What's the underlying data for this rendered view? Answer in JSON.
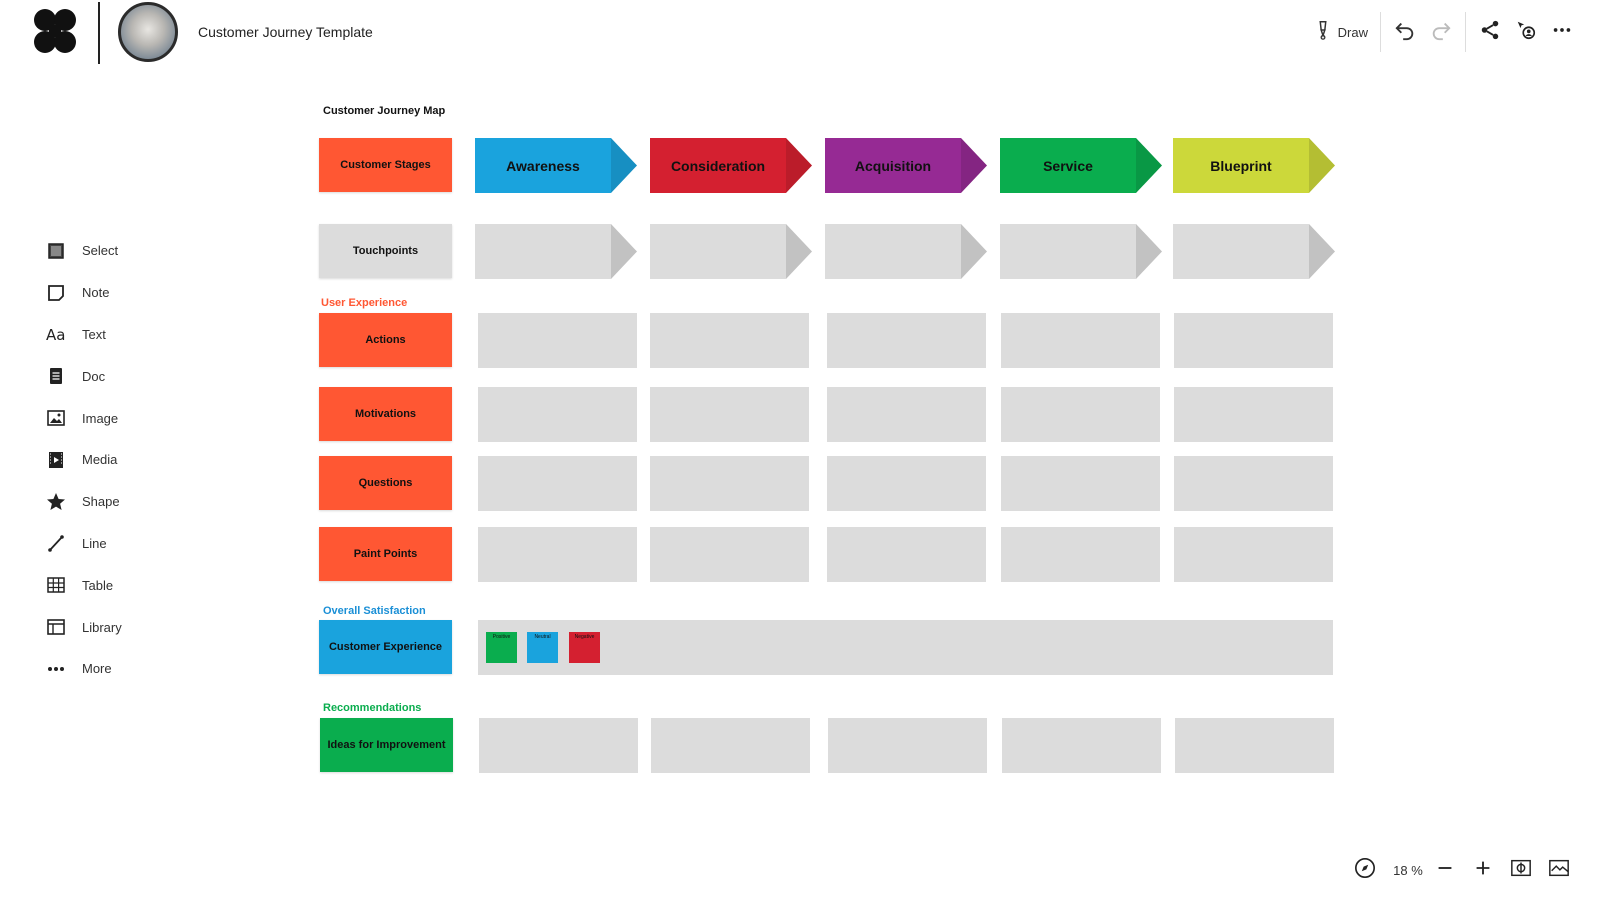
{
  "header": {
    "doc_title": "Customer Journey Template",
    "draw_label": "Draw"
  },
  "tools": [
    {
      "label": "Select",
      "icon": "select-icon"
    },
    {
      "label": "Note",
      "icon": "note-icon"
    },
    {
      "label": "Text",
      "icon": "text-icon"
    },
    {
      "label": "Doc",
      "icon": "doc-icon"
    },
    {
      "label": "Image",
      "icon": "image-icon"
    },
    {
      "label": "Media",
      "icon": "media-icon"
    },
    {
      "label": "Shape",
      "icon": "shape-icon"
    },
    {
      "label": "Line",
      "icon": "line-icon"
    },
    {
      "label": "Table",
      "icon": "table-icon"
    },
    {
      "label": "Library",
      "icon": "library-icon"
    },
    {
      "label": "More",
      "icon": "more-icon"
    }
  ],
  "board": {
    "title": "Customer Journey Map",
    "stages": [
      {
        "label": "Awareness",
        "color": "#1aa3dd"
      },
      {
        "label": "Consideration",
        "color": "#d42030"
      },
      {
        "label": "Acquisition",
        "color": "#962a94"
      },
      {
        "label": "Service",
        "color": "#0aad4e"
      },
      {
        "label": "Blueprint",
        "color": "#ccd83a"
      }
    ],
    "rows": {
      "customer_stages": "Customer Stages",
      "touchpoints": "Touchpoints",
      "actions": "Actions",
      "motivations": "Motivations",
      "questions": "Questions",
      "pain_points": "Paint Points",
      "customer_experience": "Customer Experience",
      "ideas": "Ideas for Improvement"
    },
    "sections": {
      "user_experience": "User Experience",
      "overall_satisfaction": "Overall Satisfaction",
      "recommendations": "Recommendations"
    },
    "sentiment_notes": [
      {
        "label": "Positive",
        "color": "#0aad4e"
      },
      {
        "label": "Neutral",
        "color": "#1aa3dd"
      },
      {
        "label": "Negative",
        "color": "#d42030"
      }
    ],
    "colors": {
      "label_orange": "#ff5733",
      "label_blue": "#1aa3dd",
      "label_green": "#0aad4e",
      "cell_gray": "#dcdcdc",
      "section_orange": "#ff5733",
      "section_blue": "#1a8fd6",
      "section_green": "#0aad4e"
    }
  },
  "zoom": {
    "level": "18 %"
  }
}
